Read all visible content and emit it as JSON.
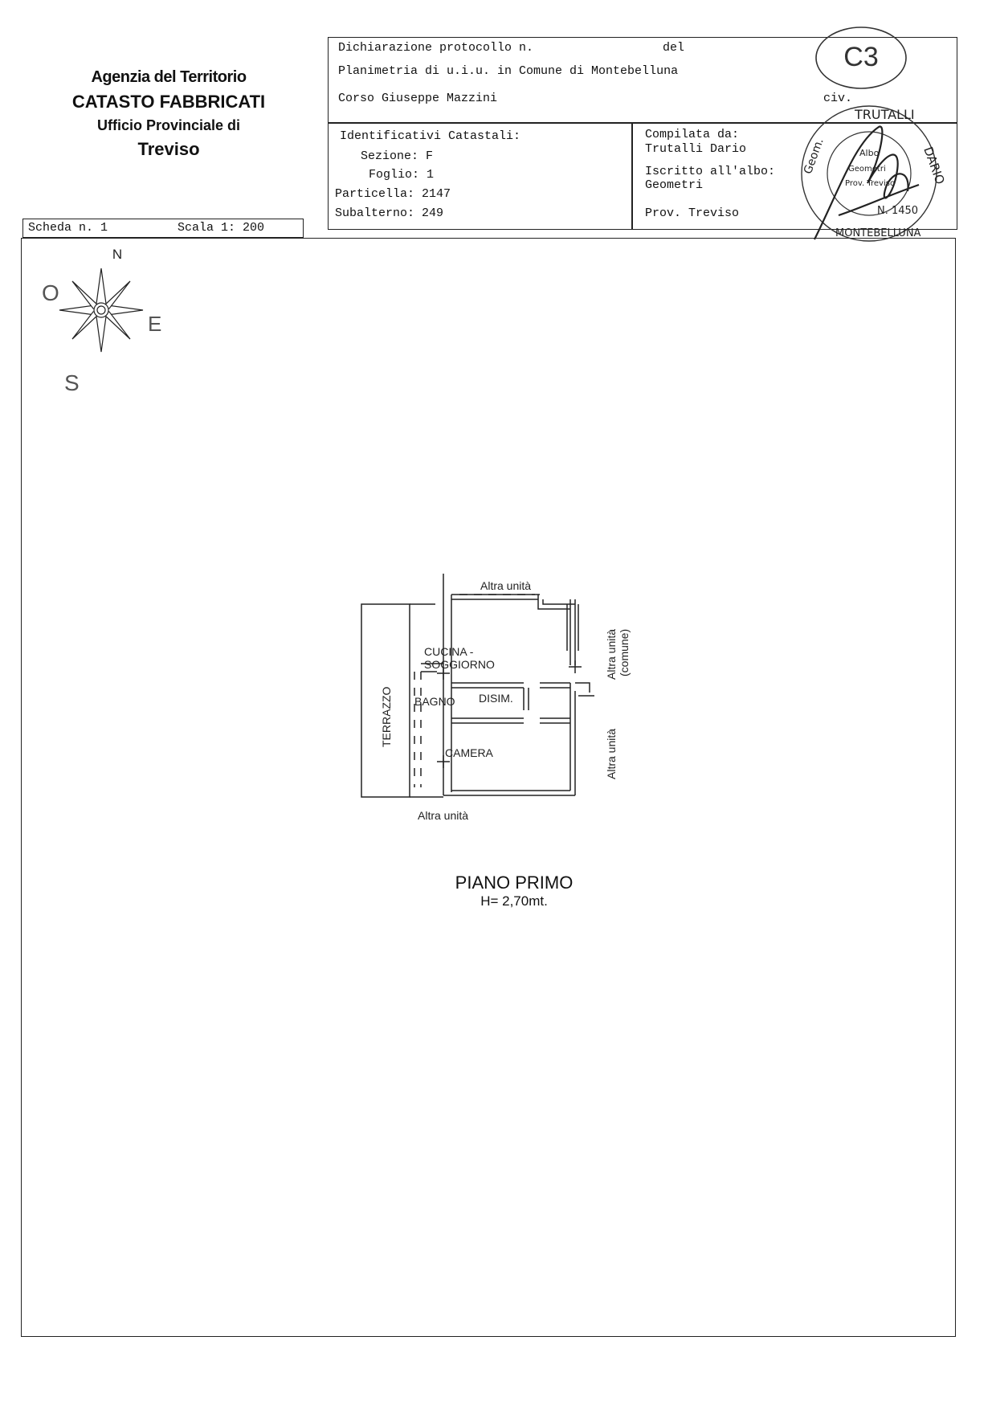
{
  "agency": {
    "line1": "Agenzia del Territorio",
    "line2": "CATASTO FABBRICATI",
    "line3": "Ufficio Provinciale di",
    "line4": "Treviso"
  },
  "scheda": {
    "scheda": "Scheda n. 1",
    "scala": "Scala 1: 200"
  },
  "declaration": {
    "protocollo": "Dichiarazione protocollo n.",
    "del": "del",
    "planimetria": "Planimetria di u.i.u. in Comune di Montebelluna",
    "address": "Corso Giuseppe Mazzini",
    "civ": "civ."
  },
  "identificativi": {
    "heading": "Identificativi Catastali:",
    "sezione": "Sezione: F",
    "foglio": "Foglio: 1",
    "particella": "Particella: 2147",
    "subalterno": "Subalterno: 249"
  },
  "compilata": {
    "heading": "Compilata da:",
    "name": "Trutalli Dario",
    "iscritto": "Iscritto all'albo:",
    "albo": "Geometri",
    "prov": "Prov. Treviso"
  },
  "handwritten": {
    "code": "C3"
  },
  "stamp": {
    "top": "TRUTALLI",
    "left": "Geom.",
    "right": "DARIO",
    "bottom": "MONTEBELLUNA",
    "inner1": "Albo",
    "inner2": "Geometri",
    "inner3": "Prov. Treviso",
    "number": "N. 1450"
  },
  "compass": {
    "north": "N",
    "west": "O",
    "east": "E",
    "south": "S"
  },
  "plan": {
    "rooms": {
      "cucina_line1": "CUCINA -",
      "cucina_line2": "SOGGIORNO",
      "bagno": "BAGNO",
      "disim": "DISIM.",
      "camera": "CAMERA",
      "terrazzo": "TERRAZZO"
    },
    "neighbors": {
      "top": "Altra unità",
      "bottom": "Altra unità",
      "right_top_line1": "Altra unità",
      "right_top_line2": "(comune)",
      "right_bottom": "Altra unità"
    },
    "floor": "PIANO PRIMO",
    "height": "H= 2,70mt."
  }
}
